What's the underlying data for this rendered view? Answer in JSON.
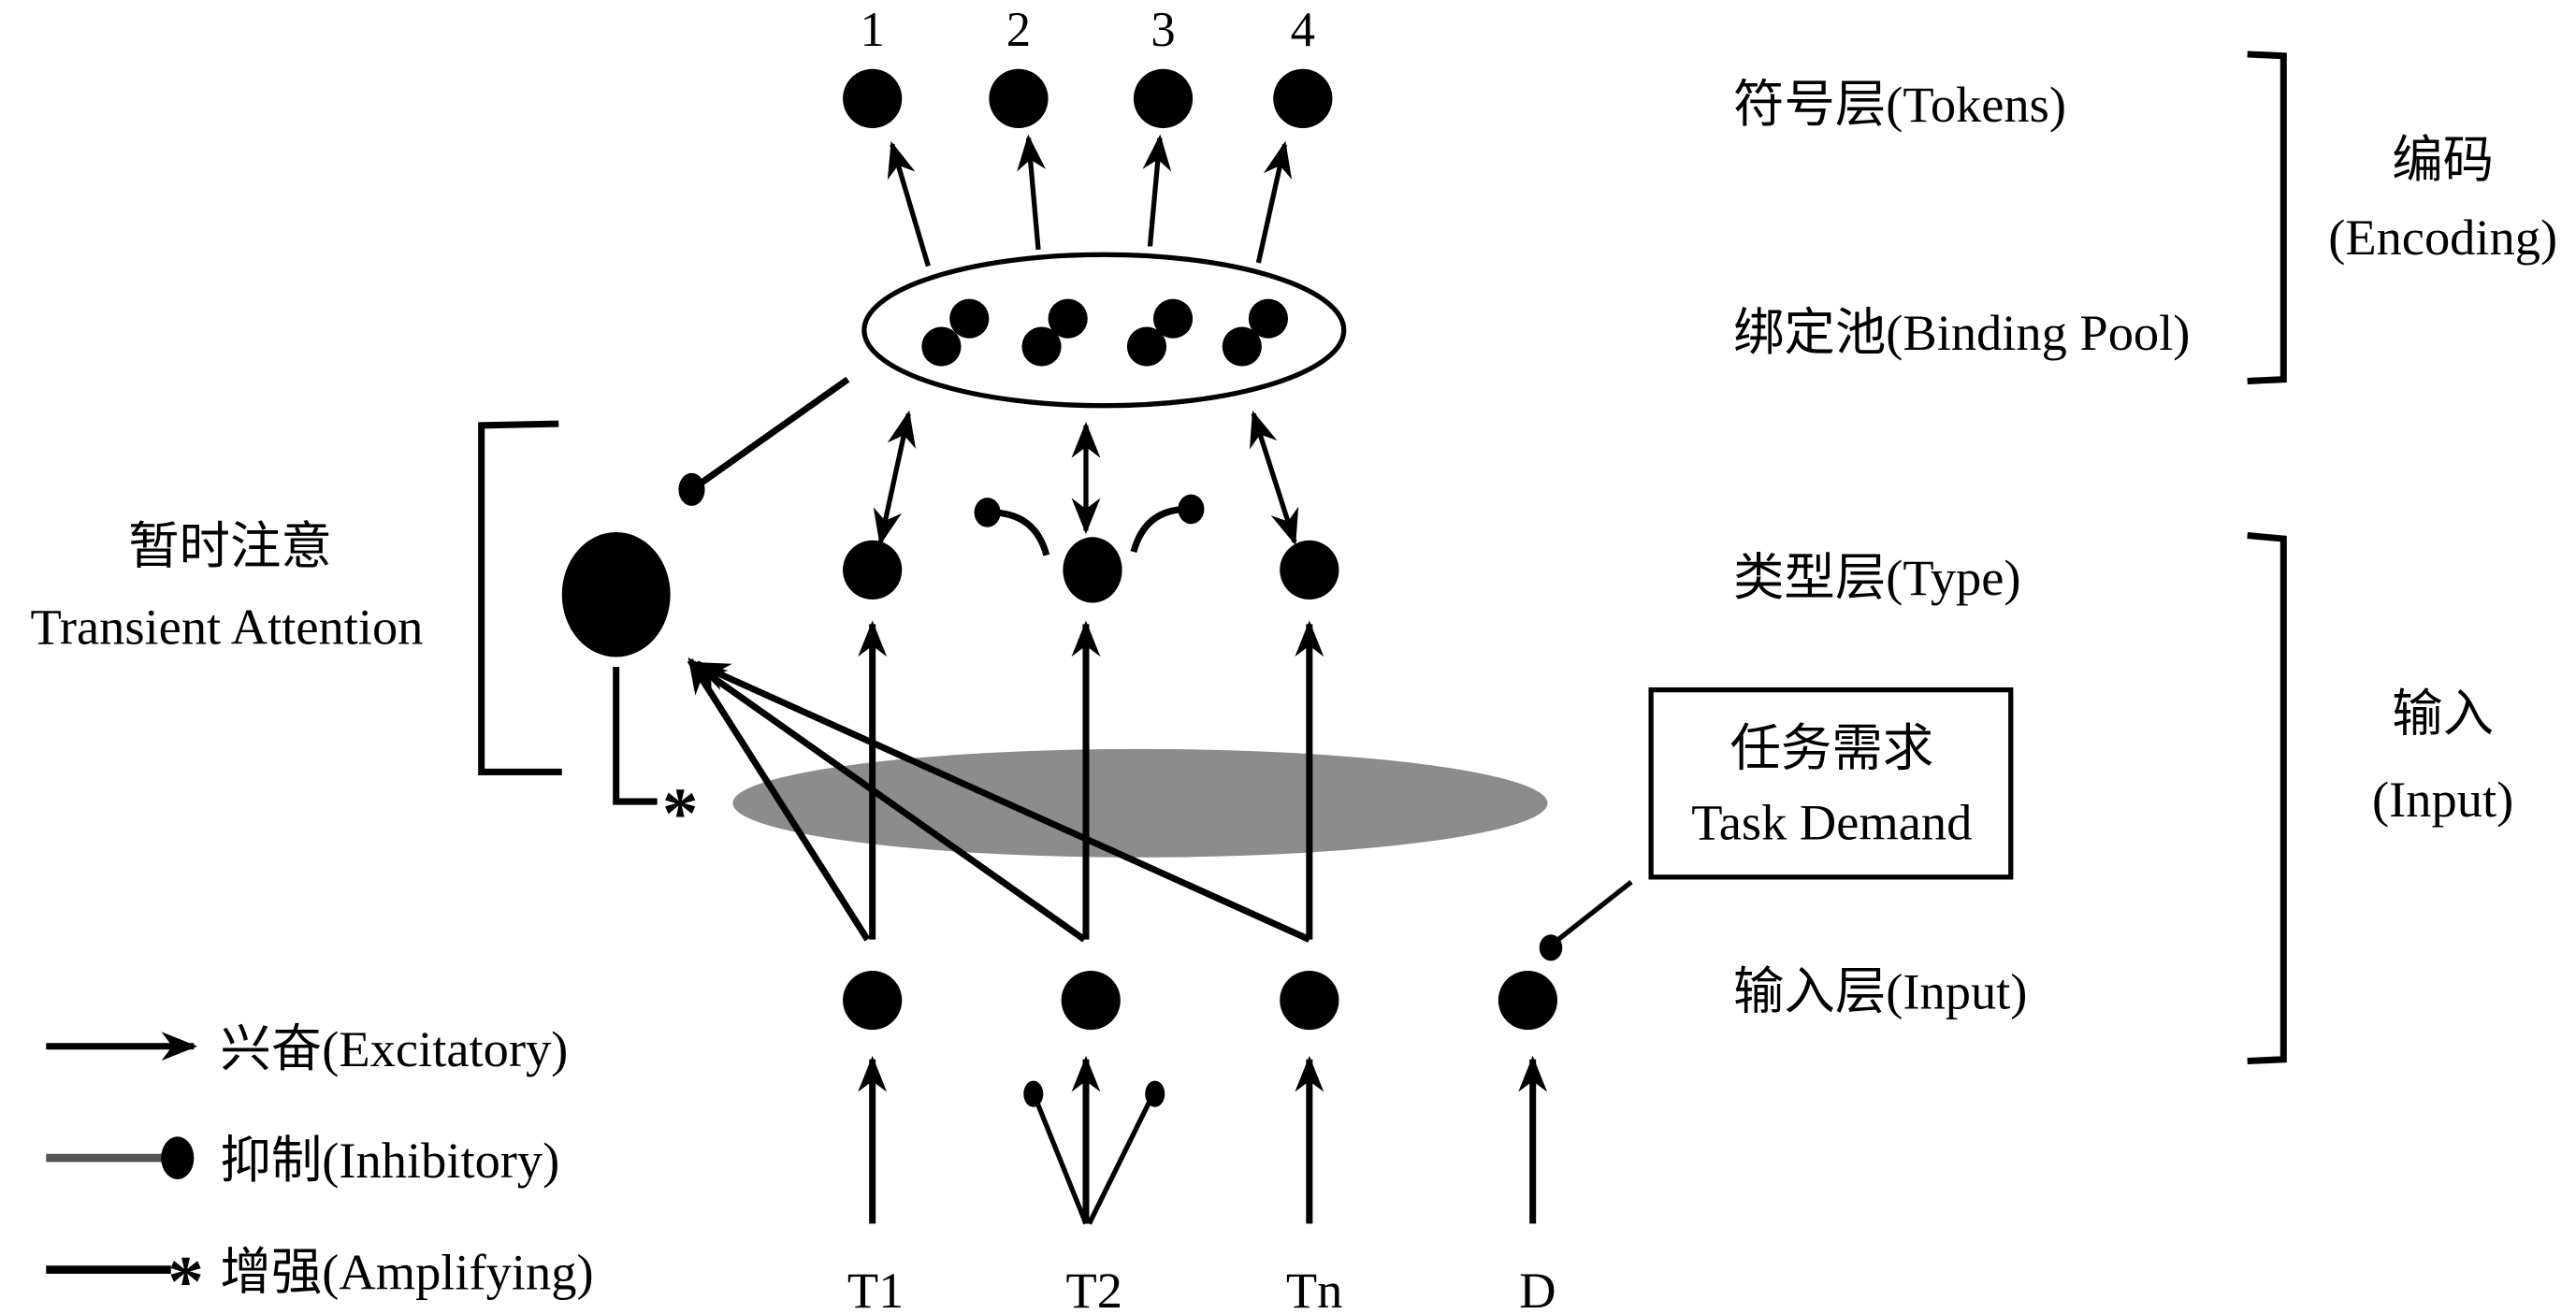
{
  "token_numbers": [
    "1",
    "2",
    "3",
    "4"
  ],
  "layers": {
    "tokens": "符号层(Tokens)",
    "binding_pool": "绑定池(Binding Pool)",
    "type": "类型层(Type)",
    "input": "输入层(Input)"
  },
  "groups": {
    "encoding_cn": "编码",
    "encoding_en": "(Encoding)",
    "input_cn": "输入",
    "input_en": "(Input)"
  },
  "attention": {
    "cn": "暂时注意",
    "en": "Transient Attention"
  },
  "task_demand": {
    "cn": "任务需求",
    "en": "Task Demand"
  },
  "inputs": [
    "T1",
    "T2",
    "Tn",
    "D"
  ],
  "legend": [
    {
      "icon": "excitatory-arrow-icon",
      "label": "兴奋(Excitatory)"
    },
    {
      "icon": "inhibitory-dot-icon",
      "label": "抑制(Inhibitory)"
    },
    {
      "icon": "amplifying-star-icon",
      "label": "增强(Amplifying)"
    }
  ],
  "colors": {
    "ink": "#000000",
    "gate_fill": "#8c8c8c"
  }
}
